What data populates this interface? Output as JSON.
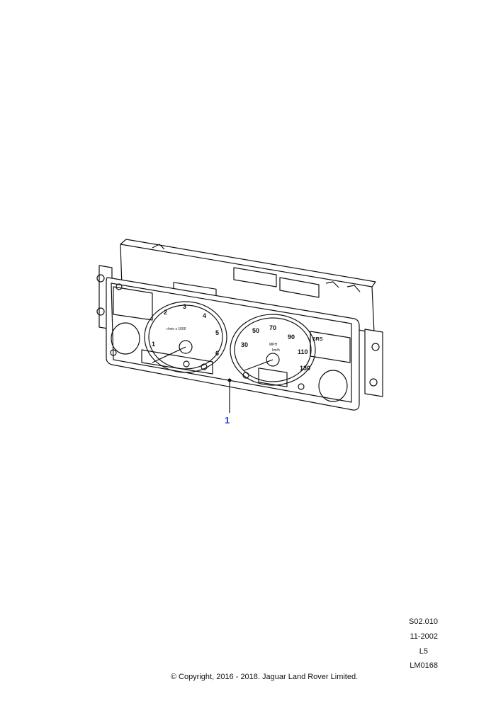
{
  "diagram": {
    "callout_label": "1",
    "gauges": {
      "tach_numbers": [
        "1",
        "2",
        "3",
        "4",
        "5",
        "6"
      ],
      "tach_caption": "r/min x 1000",
      "speedo_outer": [
        "30",
        "50",
        "70",
        "90",
        "110",
        "130"
      ],
      "speedo_caption": "MPH",
      "speedo_sub": "km/h",
      "srs_label": "SRS"
    }
  },
  "reference": {
    "code": "S02.010",
    "date": "11-2002",
    "model": "L5",
    "number": "LM0168"
  },
  "footer": {
    "copyright": "© Copyright, 2016 - 2018. Jaguar Land Rover Limited."
  },
  "colors": {
    "callout": "#1a3fe0",
    "line": "#111111"
  }
}
